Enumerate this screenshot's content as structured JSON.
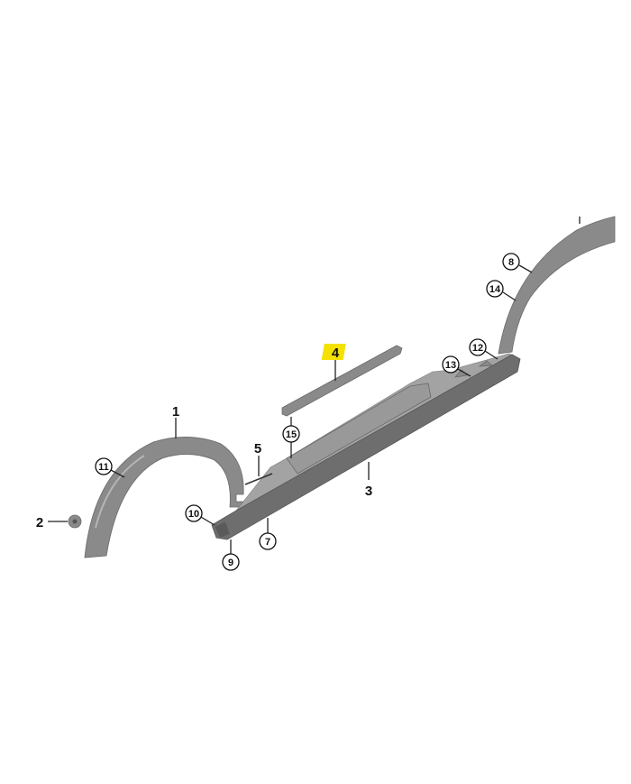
{
  "diagram": {
    "highlight_color": "#f4e100",
    "part_color": "#8a8a8a",
    "callouts_bold": [
      {
        "id": "1",
        "label": "1"
      },
      {
        "id": "2",
        "label": "2"
      },
      {
        "id": "3",
        "label": "3"
      },
      {
        "id": "4",
        "label": "4",
        "highlighted": true
      },
      {
        "id": "5",
        "label": "5"
      }
    ],
    "callouts_circled": [
      {
        "id": "7",
        "label": "7"
      },
      {
        "id": "8",
        "label": "8"
      },
      {
        "id": "9",
        "label": "9"
      },
      {
        "id": "10",
        "label": "10"
      },
      {
        "id": "11",
        "label": "11"
      },
      {
        "id": "12",
        "label": "12"
      },
      {
        "id": "13",
        "label": "13"
      },
      {
        "id": "14",
        "label": "14"
      },
      {
        "id": "15",
        "label": "15"
      }
    ]
  }
}
